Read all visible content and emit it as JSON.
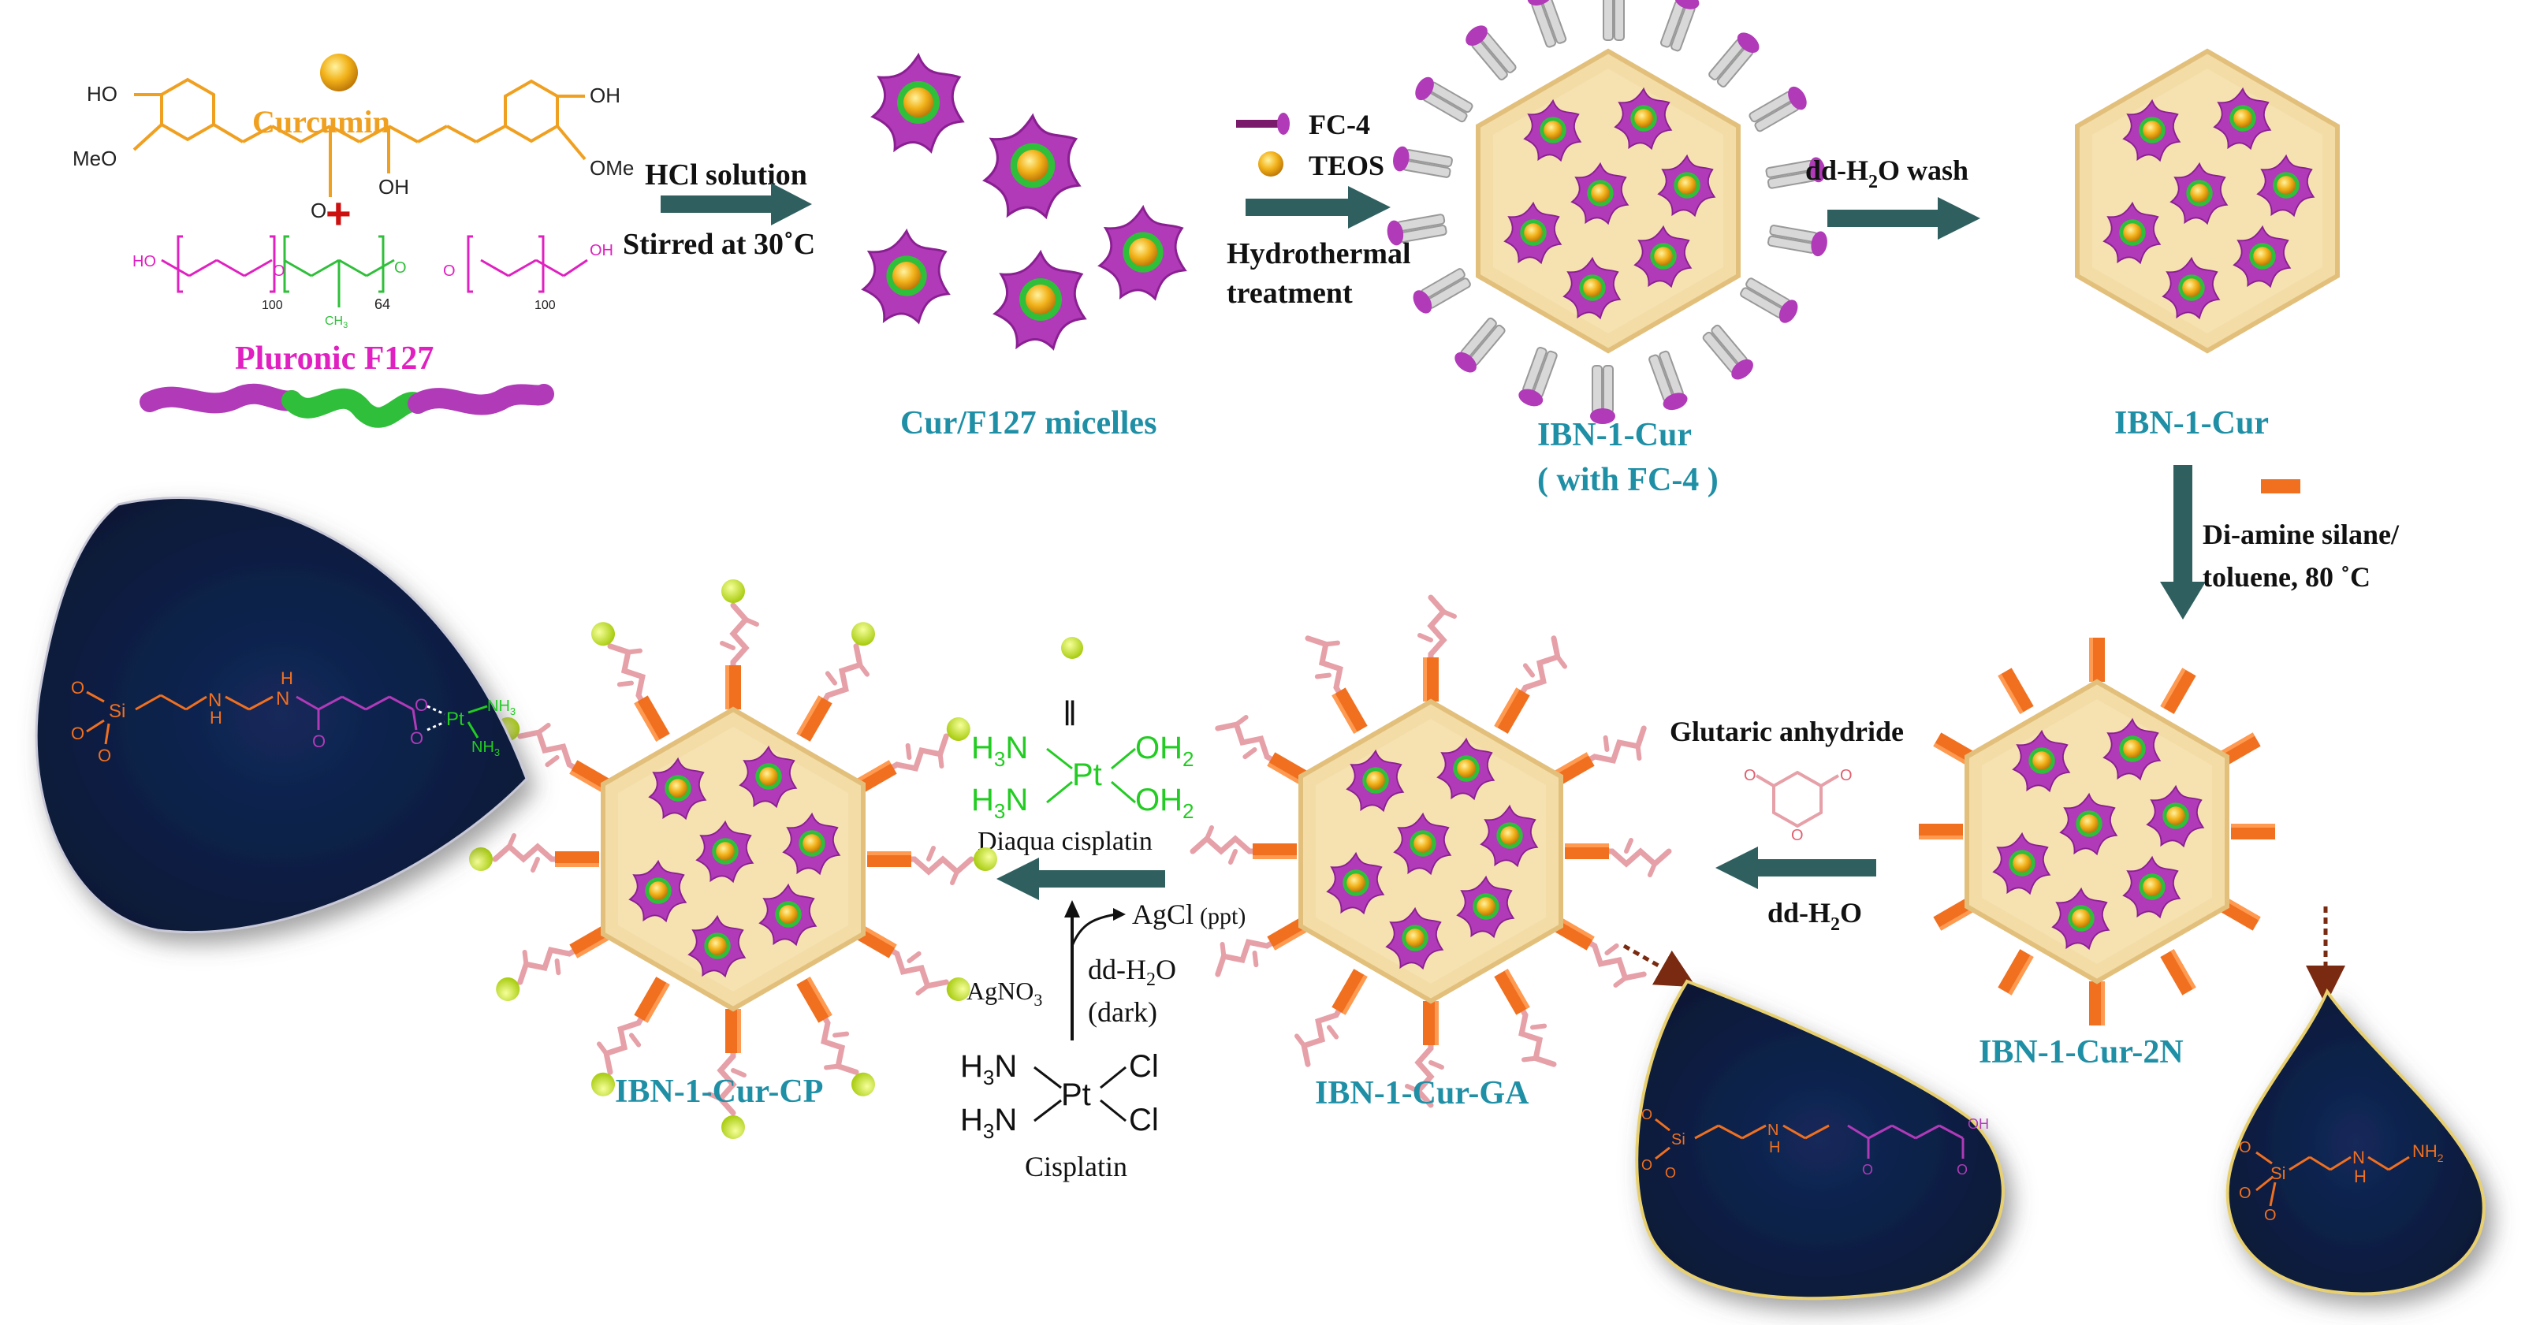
{
  "colors": {
    "teal_label": "#1f8fa6",
    "arrow": "#2f5f5f",
    "hex_fill": "#f3dca6",
    "hex_edge": "#e8c98a",
    "star_purple": "#b03ab8",
    "star_green": "#2fbf3a",
    "core_gold": "#f2b21a",
    "rod_orange": "#f07020",
    "ga_pink": "#e6a0a8",
    "pt_yellow": "#c8e83a",
    "drop_navy": "#0d1f45",
    "pluronic_magenta": "#e020c0",
    "curcumin_orange": "#f0a020",
    "pt_green": "#22cc22"
  },
  "reactants": {
    "curcumin_label": "Curcumin",
    "plus": "+",
    "pluronic_label": "Pluronic  F127",
    "curcumin_struct": {
      "ho_left": "HO",
      "meo_left": "MeO",
      "o_left": "O",
      "oh_mid": "OH",
      "oh_right": "OH",
      "ome_right": "OMe"
    },
    "pluronic_struct": {
      "ho": "HO",
      "o1": "O",
      "sub1": "100",
      "o2": "O",
      "sub2": "64",
      "ch3": "CH",
      "ch3_sub": "3",
      "o3": "O",
      "sub3": "100",
      "oh": "OH"
    }
  },
  "step1": {
    "line1": "HCl solution",
    "line2": "Stirred at  30˚C"
  },
  "micelles": {
    "label": "Cur/F127 micelles"
  },
  "step2": {
    "fc4": "FC-4",
    "teos": "TEOS",
    "line1": "Hydrothermal",
    "line2": "treatment"
  },
  "particle_fc4": {
    "line1": "IBN-1-Cur",
    "line2": "( with  FC-4 )"
  },
  "step3": {
    "pre": "dd-H",
    "sub": "2",
    "post": "O wash"
  },
  "particle_cur": {
    "label": "IBN-1-Cur"
  },
  "step4": {
    "line1": "Di-amine silane/",
    "line2": "toluene, 80 ˚C"
  },
  "particle_2n": {
    "label": "IBN-1-Cur-2N"
  },
  "step5": {
    "line1": "Glutaric anhydride",
    "o1": "O",
    "o2": "O",
    "o3": "O",
    "pre": "dd-H",
    "sub": "2",
    "post": "O"
  },
  "particle_ga": {
    "label": "IBN-1-Cur-GA"
  },
  "step6": {
    "agcl": "AgCl",
    "ppt": "(ppt)",
    "agno3_pre": "AgNO",
    "agno3_sub": "3",
    "ddh2o_pre": "dd-H",
    "ddh2o_sub": "2",
    "ddh2o_post": "O",
    "dark": "(dark)",
    "diaqua_label": "Diaqua cisplatin",
    "cisplatin_label": "Cisplatin",
    "eq": "‖"
  },
  "diaqua": {
    "h3n1": "H",
    "s3a": "3",
    "n1": "N",
    "h3n2": "H",
    "s3b": "3",
    "n2": "N",
    "pt": "Pt",
    "oh2a": "OH",
    "s2a": "2",
    "oh2b": "OH",
    "s2b": "2"
  },
  "cisplatin": {
    "h3n1": "H",
    "s3a": "3",
    "n1": "N",
    "h3n2": "H",
    "s3b": "3",
    "n2": "N",
    "pt": "Pt",
    "cl1": "Cl",
    "cl2": "Cl"
  },
  "particle_cp": {
    "label": "IBN-1-Cur-CP"
  },
  "drop_2n": {
    "o1": "O",
    "o2": "O",
    "o3": "O",
    "si": "Si",
    "n": "N",
    "h": "H",
    "nh2": "NH",
    "nh2sub": "2"
  },
  "drop_ga": {
    "o1": "O",
    "o2": "O",
    "o3": "O",
    "si": "Si",
    "n": "N",
    "h": "H",
    "o_amide": "O",
    "oh": "OH",
    "o_acid": "O"
  },
  "drop_cp": {
    "o1": "O",
    "o2": "O",
    "o3": "O",
    "si": "Si",
    "n": "N",
    "h1": "H",
    "h2": "H",
    "o_amide": "O",
    "oa": "O",
    "ob": "O",
    "pt": "Pt",
    "nh3a": "NH",
    "s3a": "3",
    "nh3b": "NH",
    "s3b": "3"
  }
}
